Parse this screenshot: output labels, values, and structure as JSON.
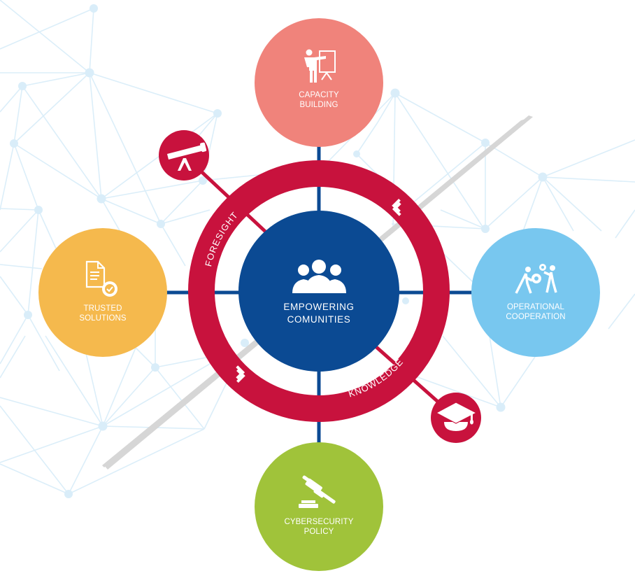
{
  "colors": {
    "background": "#ffffff",
    "network_line": "#dbeef9",
    "network_node": "#d9edf9",
    "ring_red": "#c8123d",
    "center_blue": "#0b4a93",
    "connector_blue": "#0b4a93",
    "needle_gray": "#d6d6d6",
    "capacity_building": "#f0837b",
    "trusted_solutions": "#f5b94d",
    "operational_cooperation": "#78c7ef",
    "cybersecurity_policy": "#a0c33a",
    "icon_white": "#ffffff"
  },
  "center": {
    "line1": "EMPOWERING",
    "line2": "COMUNITIES",
    "icon": "people-group-icon"
  },
  "ring": {
    "label_top_left": "FORESIGHT",
    "label_bottom_right": "KNOWLEDGE",
    "arrow_top_right": "double-chevron-down-right-icon",
    "arrow_bottom_left": "double-chevron-up-left-icon"
  },
  "badges": [
    {
      "name": "telescope",
      "icon": "telescope-icon"
    },
    {
      "name": "graduation-cap",
      "icon": "graduation-cap-icon"
    }
  ],
  "pillars": [
    {
      "id": "capacity-building",
      "line1": "CAPACITY",
      "line2": "BUILDING",
      "icon": "presentation-board-icon",
      "position": "top"
    },
    {
      "id": "trusted-solutions",
      "line1": "TRUSTED",
      "line2": "SOLUTIONS",
      "icon": "certified-document-icon",
      "position": "left"
    },
    {
      "id": "operational-cooperation",
      "line1": "OPERATIONAL",
      "line2": "COOPERATION",
      "icon": "people-gears-icon",
      "position": "right"
    },
    {
      "id": "cybersecurity-policy",
      "line1": "CYBERSECURITY",
      "line2": "POLICY",
      "icon": "gavel-icon",
      "position": "bottom"
    }
  ]
}
